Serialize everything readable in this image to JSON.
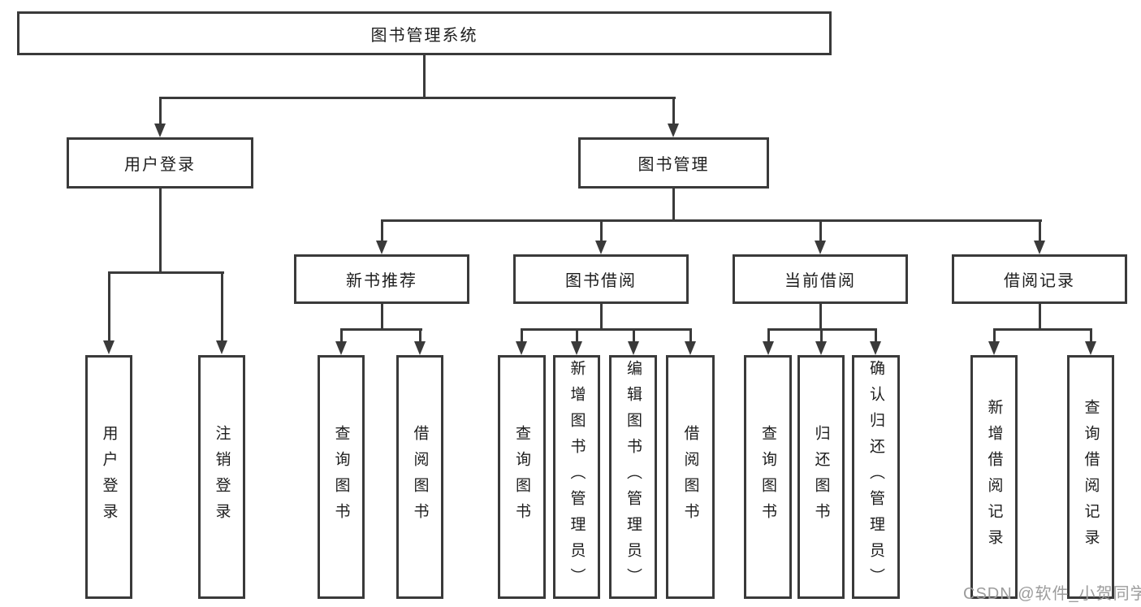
{
  "diagram": {
    "root": {
      "label": "图书管理系统"
    },
    "branches": [
      {
        "label": "用户登录",
        "children": [
          {
            "label": "用户登录"
          },
          {
            "label": "注销登录"
          }
        ]
      },
      {
        "label": "图书管理",
        "children": [
          {
            "label": "新书推荐",
            "children": [
              {
                "label": "查询图书"
              },
              {
                "label": "借阅图书"
              }
            ]
          },
          {
            "label": "图书借阅",
            "children": [
              {
                "label": "查询图书"
              },
              {
                "label": "新增图书（管理员）"
              },
              {
                "label": "编辑图书（管理员）"
              },
              {
                "label": "借阅图书"
              }
            ]
          },
          {
            "label": "当前借阅",
            "children": [
              {
                "label": "查询图书"
              },
              {
                "label": "归还图书"
              },
              {
                "label": "确认归还（管理员）"
              }
            ]
          },
          {
            "label": "借阅记录",
            "children": [
              {
                "label": "新增借阅记录"
              },
              {
                "label": "查询借阅记录"
              }
            ]
          }
        ]
      }
    ],
    "watermark": "CSDN @软件_小贺同学",
    "colors": {
      "line": "#3a3a3a",
      "text": "#1d1d1d",
      "watermark": "#9c9c9c",
      "background": "#ffffff"
    }
  }
}
